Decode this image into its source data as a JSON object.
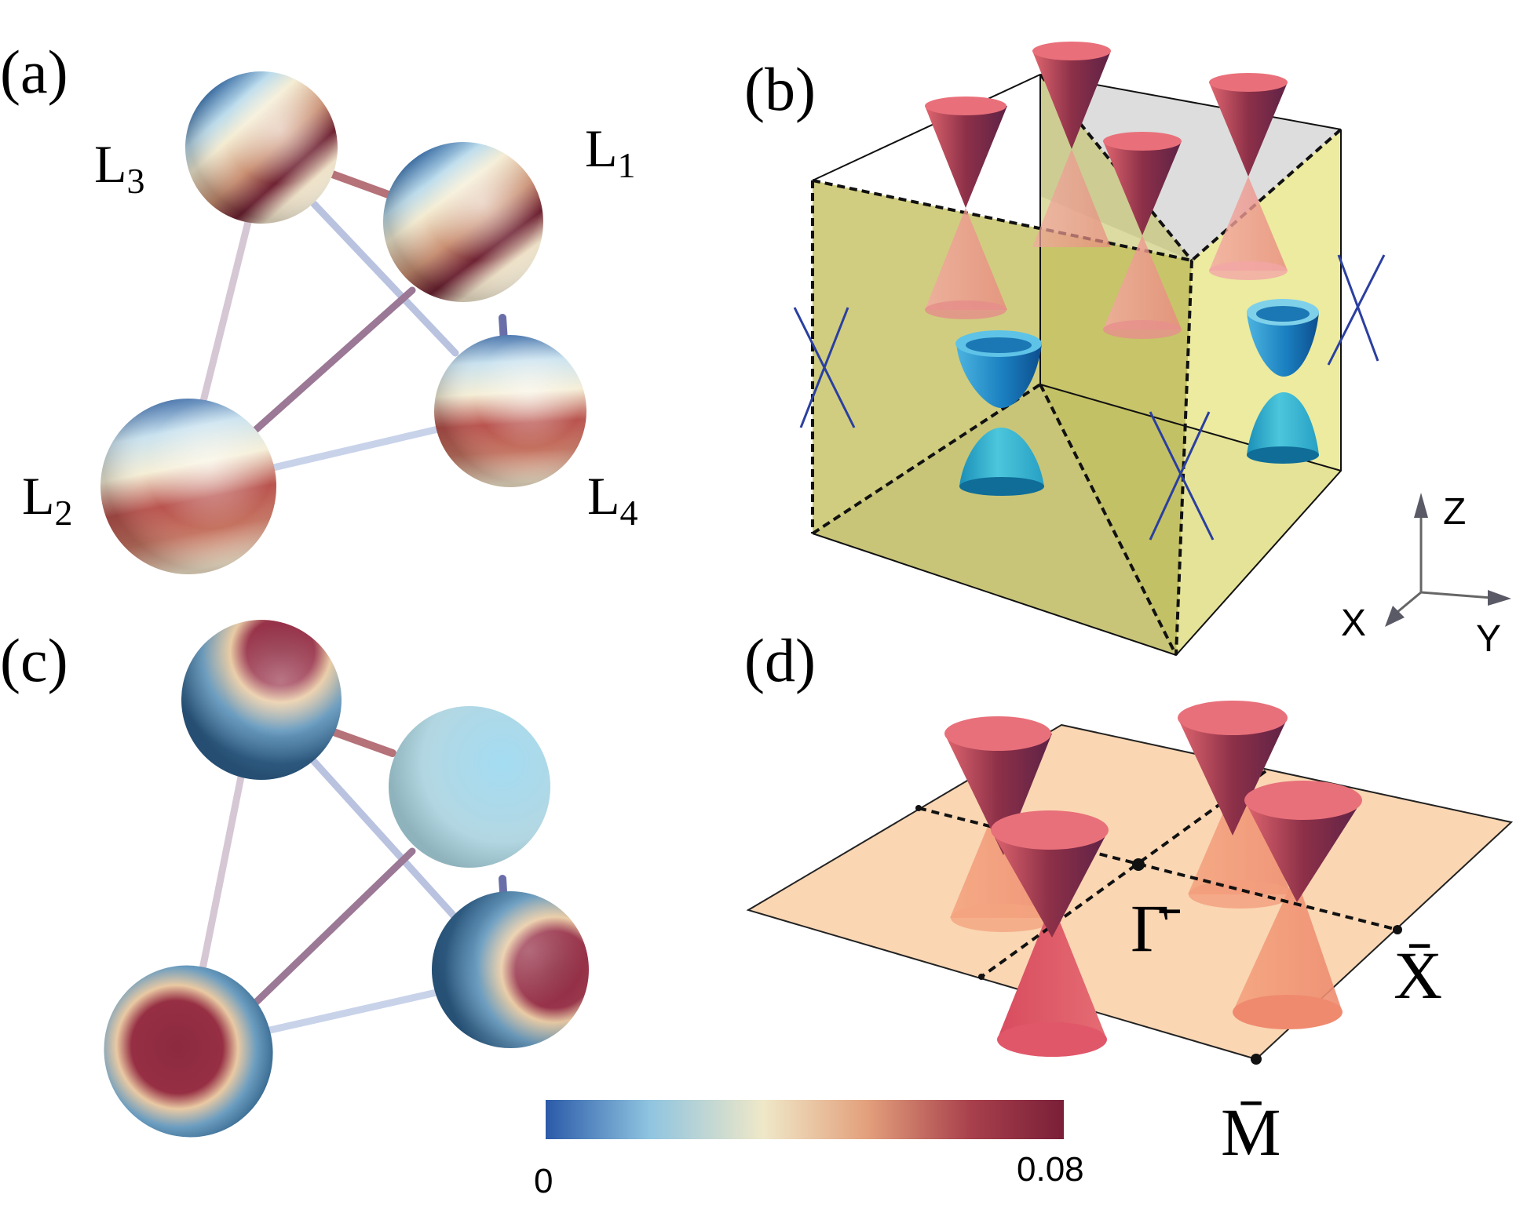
{
  "panels": {
    "a": {
      "label": "(a)",
      "nodes": [
        {
          "id": "L1",
          "letter": "L",
          "sub": "1"
        },
        {
          "id": "L2",
          "letter": "L",
          "sub": "2"
        },
        {
          "id": "L3",
          "letter": "L",
          "sub": "3"
        },
        {
          "id": "L4",
          "letter": "L",
          "sub": "4"
        }
      ]
    },
    "b": {
      "label": "(b)",
      "axes": {
        "z": "Z",
        "x": "X",
        "y": "Y"
      }
    },
    "c": {
      "label": "(c)"
    },
    "d": {
      "label": "(d)",
      "points": {
        "gamma": "Γ̄",
        "x": "X̄",
        "m": "M̄"
      }
    }
  },
  "colorbar": {
    "min": "0",
    "max": "0.08",
    "colors": [
      "#2b5aa8",
      "#8fc4e0",
      "#efe8c8",
      "#e3a07c",
      "#a8404c",
      "#7a1f38"
    ]
  }
}
